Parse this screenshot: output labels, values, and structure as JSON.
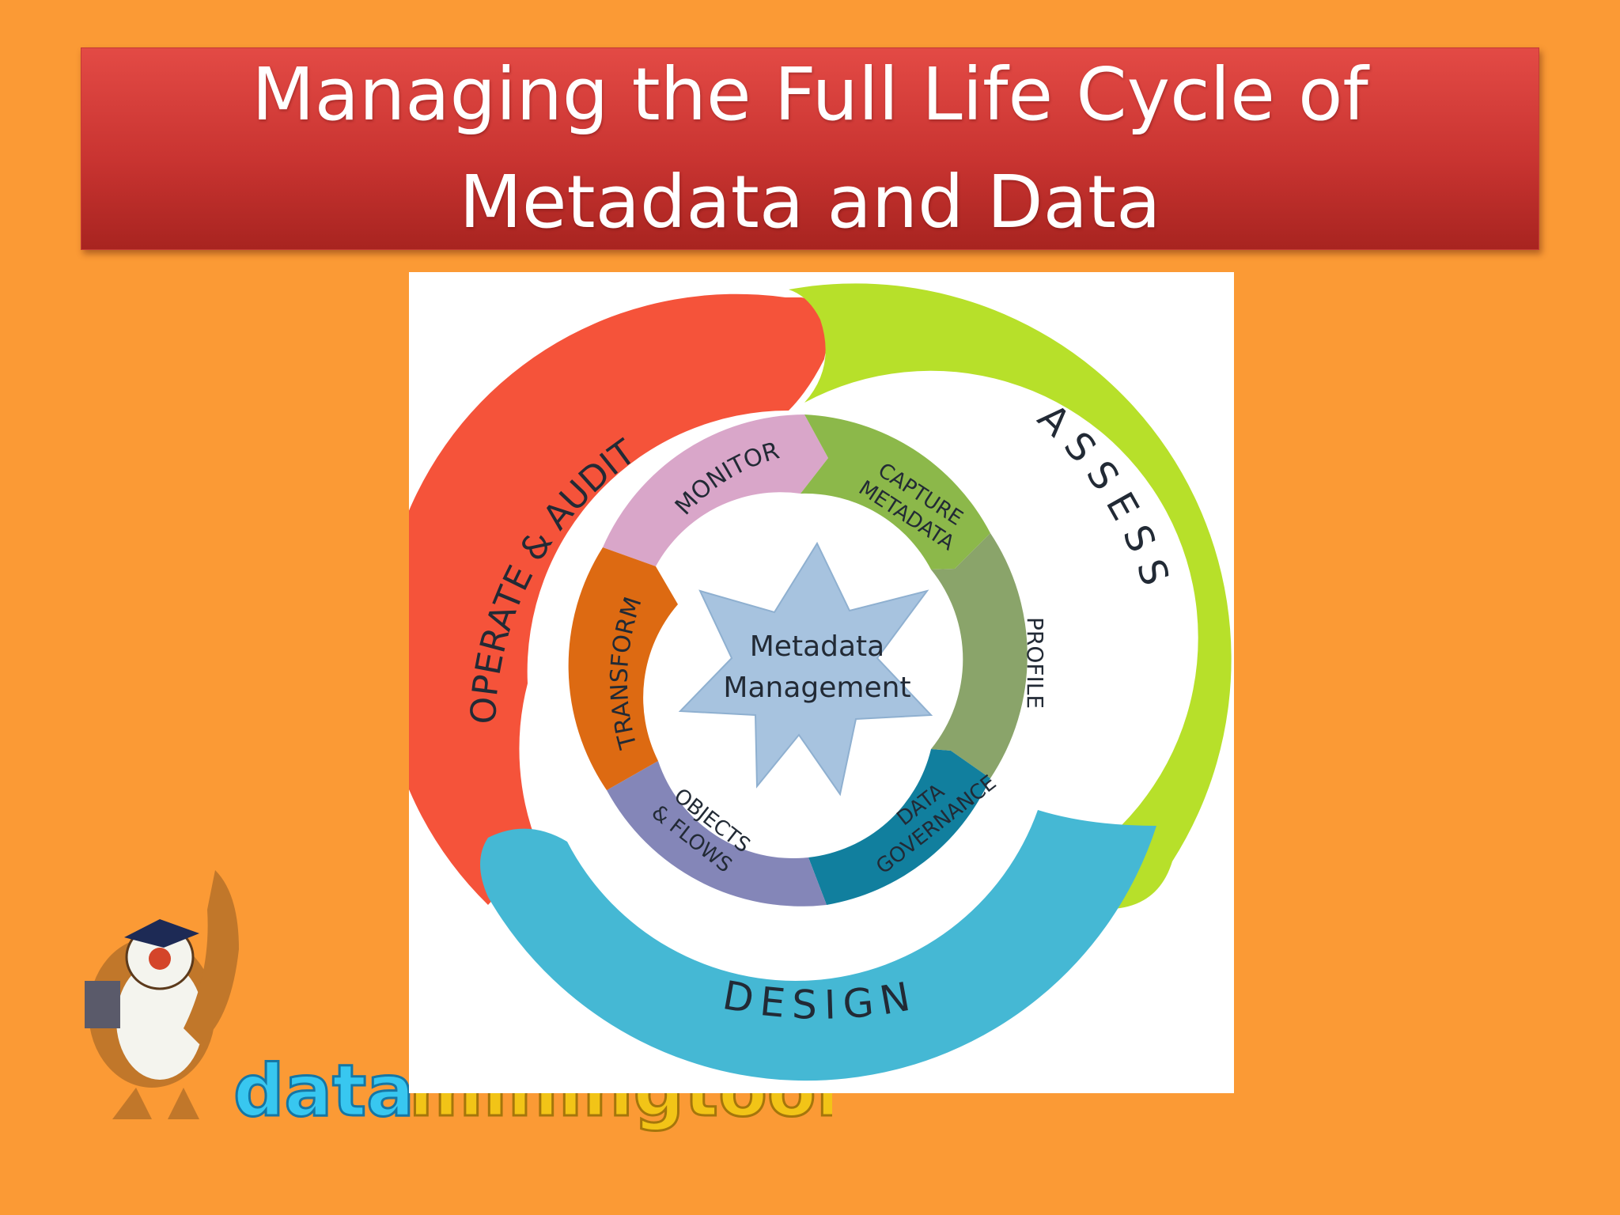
{
  "slide": {
    "title_line1": "Managing the Full Life Cycle of",
    "title_line2": "Metadata and Data"
  },
  "diagram": {
    "center": [
      "Metadata",
      "Management"
    ],
    "outer_ring": {
      "operate_audit": "OPERATE & AUDIT",
      "assess": "ASSESS",
      "design": "DESIGN"
    },
    "inner_ring": {
      "monitor": "MONITOR",
      "capture_metadata": [
        "CAPTURE",
        "METADATA"
      ],
      "profile": "PROFILE",
      "data_governance": [
        "DATA",
        "GOVERNANCE"
      ],
      "objects_flows": [
        "OBJECTS",
        "& FLOWS"
      ],
      "transform": "TRANSFORM"
    },
    "colors": {
      "operate_audit": "#f5533a",
      "assess": "#b7e02a",
      "design": "#45b8d4",
      "monitor": "#d9a6c9",
      "capture_metadata": "#8cb84a",
      "profile": "#8aa46a",
      "data_governance": "#117f9e",
      "objects_flows": "#8486b8",
      "transform": "#dd6a12",
      "center_star": "#a7c3df"
    }
  },
  "logo": {
    "word_data": "data",
    "word_rest": "miningtools"
  }
}
